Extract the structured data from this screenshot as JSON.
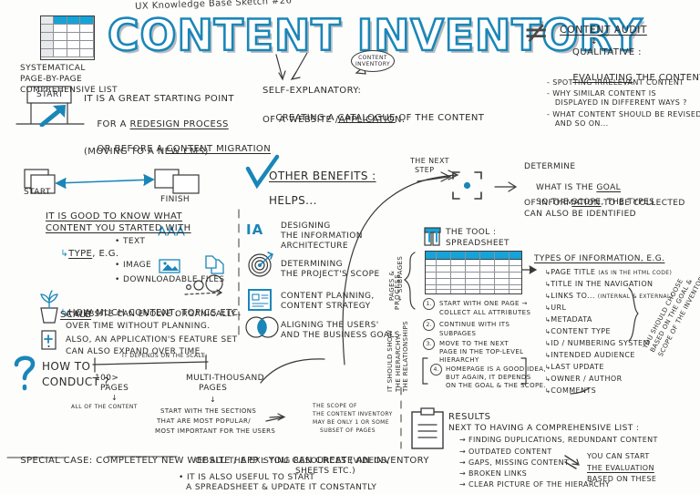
{
  "meta": {
    "series_label": "UX Knowledge Base Sketch #26",
    "title": "CONTENT INVENTORY",
    "accent_blue": "#1a86b8",
    "grid_blue": "#16a3d8",
    "ink": "#2b2b2b"
  },
  "topleft": {
    "icon": "spreadsheet-table-icon",
    "caption_line1": "SYSTEMATICAL",
    "caption_line2": "PAGE-BY-PAGE",
    "caption_line3": "COMPREHENSIVE LIST"
  },
  "start_block": {
    "sign_label": "START",
    "line1": "IT IS A GREAT STARTING POINT",
    "line2_plain": "FOR A ",
    "line2_underlined": "REDESIGN PROCESS",
    "line3_plain": "OR BEFORE A ",
    "line3_underlined": "CONTENT MIGRATION",
    "line4": "(MOVING TO A NEW CMS)"
  },
  "start_finish": {
    "start_label": "START",
    "finish_label": "FINISH",
    "note_line1": "IT IS GOOD TO KNOW WHAT",
    "note_line2": "CONTENT YOU STARTED WITH",
    "type_label": "TYPE",
    "type_suffix": ", E.G.",
    "type_items": [
      "TEXT",
      "IMAGE",
      "DOWNLOADABLE FILES"
    ],
    "howmuch_line": "HOW MUCH CONTENT, TOPICS ETC.",
    "scale_label": "SCALE",
    "organic_line1": "A WEBSITE CAN EVOLVE ORGANICALLY",
    "organic_line2": "OVER TIME WITHOUT PLANNING.",
    "feature_line1": "ALSO, AN APPLICATION'S FEATURE SET",
    "feature_line2": "CAN ALSO EXPAND OVER TIME."
  },
  "self_explanatory": {
    "heading": "SELF-EXPLANATORY:",
    "line1_a": "CREATING A ",
    "line1_b": "CATALOGUE",
    "line1_c": " OF THE CONTENT",
    "line2": "OF A WEBSITE /APPLICATION.",
    "bubble_line1": "CONTENT",
    "bubble_line2": "INVENTORY"
  },
  "content_audit": {
    "not_equal_symbol": "≠",
    "heading": "CONTENT AUDIT",
    "arrow": "↓",
    "qualitative": "QUALITATIVE :",
    "evaluating_u": "EVALUATING",
    "evaluating_rest": " THE CONTENT:",
    "bullets": [
      "- SPOTTING IRRELEVANT CONTENT",
      "- WHY SIMILAR CONTENT IS",
      "   DISPLAYED IN DIFFERENT WAYS ?",
      "- WHAT CONTENT SHOULD BE REVISED ?",
      "   AND SO ON..."
    ]
  },
  "benefits": {
    "check_icon": "check-icon",
    "heading": "OTHER BENEFITS :",
    "subheading": "HELPS...",
    "items": [
      {
        "icon": "ia-icon",
        "lines": [
          "DESIGNING",
          "THE INFORMATION",
          "ARCHITECTURE"
        ]
      },
      {
        "icon": "target-icon",
        "lines": [
          "DETERMINING",
          "THE PROJECT'S SCOPE"
        ]
      },
      {
        "icon": "document-icon",
        "lines": [
          "CONTENT PLANNING,",
          "CONTENT STRATEGY"
        ]
      },
      {
        "icon": "venn-icon",
        "lines": [
          "ALIGNING THE USERS'",
          "AND THE BUSINESS GOALS"
        ]
      }
    ]
  },
  "next_step": {
    "label_line1": "THE NEXT",
    "label_line2": "STEP",
    "focus_icon": "crosshair-focus-icon",
    "determine_line1": "DETERMINE",
    "determine_line2_a": "WHAT IS THE ",
    "determine_line2_b": "GOAL",
    "determine_line3_a": "SO THE ",
    "determine_line3_b": "SCOPE",
    "determine_line3_c": ", THE TYPES",
    "determine_line4": "OF INFORMATION TO BE COLLECTED",
    "determine_line5": "CAN ALSO BE IDENTIFIED"
  },
  "tool": {
    "icon": "spreadsheet-tool-icon",
    "label_line1": "THE TOOL :",
    "label_line2": "SPREADSHEET",
    "side_label_1": "PROCESS",
    "side_label_2": "PAGES &\n← SUBPAGES",
    "side_label_3": "IT SHOULD SHOW\nTHE HIERARCHY,\nTHE RELATIONSHIPS",
    "steps": [
      {
        "num": "1.",
        "lines": [
          "START WITH ONE PAGE →",
          "COLLECT ALL ATTRIBUTES"
        ]
      },
      {
        "num": "2.",
        "lines": [
          "CONTINUE WITH ITS",
          "SUBPAGES"
        ]
      },
      {
        "num": "3.",
        "lines": [
          "MOVE TO THE NEXT",
          "PAGE IN THE TOP-LEVEL",
          "HIERARCHY"
        ]
      },
      {
        "num": "4.",
        "lines": [
          "HOMEPAGE IS A GOOD IDEA,",
          "BUT AGAIN, IT DEPENDS",
          "ON THE GOAL & THE SCOPE."
        ]
      }
    ]
  },
  "types_of_information": {
    "heading": "TYPES OF INFORMATION, E.G.",
    "items": [
      {
        "label": "PAGE TITLE",
        "note": "(AS IN THE HTML CODE)"
      },
      {
        "label": "TITLE IN THE NAVIGATION",
        "note": ""
      },
      {
        "label": "LINKS TO...",
        "note": "(INTERNAL & EXTERNAL)"
      },
      {
        "label": "URL",
        "note": ""
      },
      {
        "label": "METADATA",
        "note": ""
      },
      {
        "label": "CONTENT TYPE",
        "note": ""
      },
      {
        "label": "ID / NUMBERING SYSTEM",
        "note": ""
      },
      {
        "label": "INTENDED AUDIENCE",
        "note": ""
      },
      {
        "label": "LAST UPDATE",
        "note": ""
      },
      {
        "label": "OWNER / AUTHOR",
        "note": ""
      },
      {
        "label": "COMMENTS",
        "note": ""
      }
    ],
    "side_note": "YOU SHOULD CHOOSE\nBASED ON THE GOAL &\nSCOPE OF THE INVENTORY"
  },
  "how_to_conduct": {
    "question_icon": "question-mark-icon",
    "label_line1": "HOW TO",
    "label_line2": "CONDUCT ?",
    "scale_caption": "IT DEPENDS ON THE SCALE:",
    "left_end_line1": "100>",
    "left_end_line2": "PAGES",
    "left_end_arrow": "↓",
    "left_end_note": "ALL OF THE CONTENT",
    "right_end_line1": "MULTI-THOUSAND",
    "right_end_line2": "PAGES",
    "right_end_arrow": "↓",
    "right_end_note_1": "START WITH THE SECTIONS",
    "right_end_note_2": "THAT ARE MOST POPULAR/",
    "right_end_note_3": "MOST IMPORTANT FOR THE USERS",
    "scope_note_1": "THE SCOPE OF",
    "scope_note_2": "THE CONTENT INVENTORY",
    "scope_note_3": "MAY BE ONLY 1 OR SOME",
    "scope_note_4": "SUBSET OF PAGES"
  },
  "special_case": {
    "label": "SPECIAL CASE",
    "text_a": ": COMPLETELY ",
    "text_b": "NEW WEBSITE / APP",
    "text_c": " : YOU CAN CREATE AN INVENTORY",
    "line2": "OF ALL THE EXISTING RESOURCES (VIDEOS,",
    "line3": "SHEETS ETC.)",
    "bullet_1": "• IT IS ALSO USEFUL TO START",
    "bullet_2": "A SPREADSHEET & UPDATE IT CONSTANTLY"
  },
  "results": {
    "icon": "clipboard-icon",
    "heading": "RESULTS",
    "subheading": "NEXT TO HAVING A COMPREHENSIVE LIST :",
    "items": [
      "FINDING DUPLICATIONS, REDUNDANT CONTENT",
      "OUTDATED CONTENT",
      "GAPS, MISSING CONTENT",
      "BROKEN LINKS",
      "CLEAR PICTURE OF THE HIERARCHY"
    ],
    "callout_line1": "YOU CAN START",
    "callout_line2": "THE EVALUATION",
    "callout_line3": "BASED ON THESE"
  }
}
